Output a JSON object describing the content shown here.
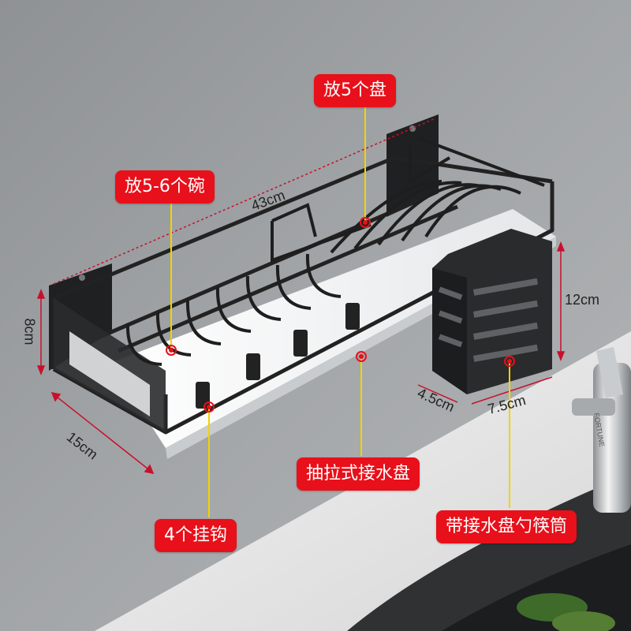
{
  "callouts": {
    "plates": "放5个盘",
    "bowls": "放5-6个碗",
    "drip_tray": "抽拉式接水盘",
    "hooks": "4个挂钩",
    "utensil_holder": "带接水盘勺筷筒"
  },
  "dimensions": {
    "length": "43cm",
    "height_left": "8cm",
    "height_right": "12cm",
    "depth": "15cm",
    "holder_depth": "4.5cm",
    "holder_width": "7.5cm"
  },
  "faucet_brand": "FORTUNE",
  "colors": {
    "callout_bg": "#e8101a",
    "callout_text": "#ffffff",
    "wall": "#9a9d9f",
    "rack": "#222222",
    "leader": "#f2d300",
    "dimension_line": "#c8102e"
  }
}
